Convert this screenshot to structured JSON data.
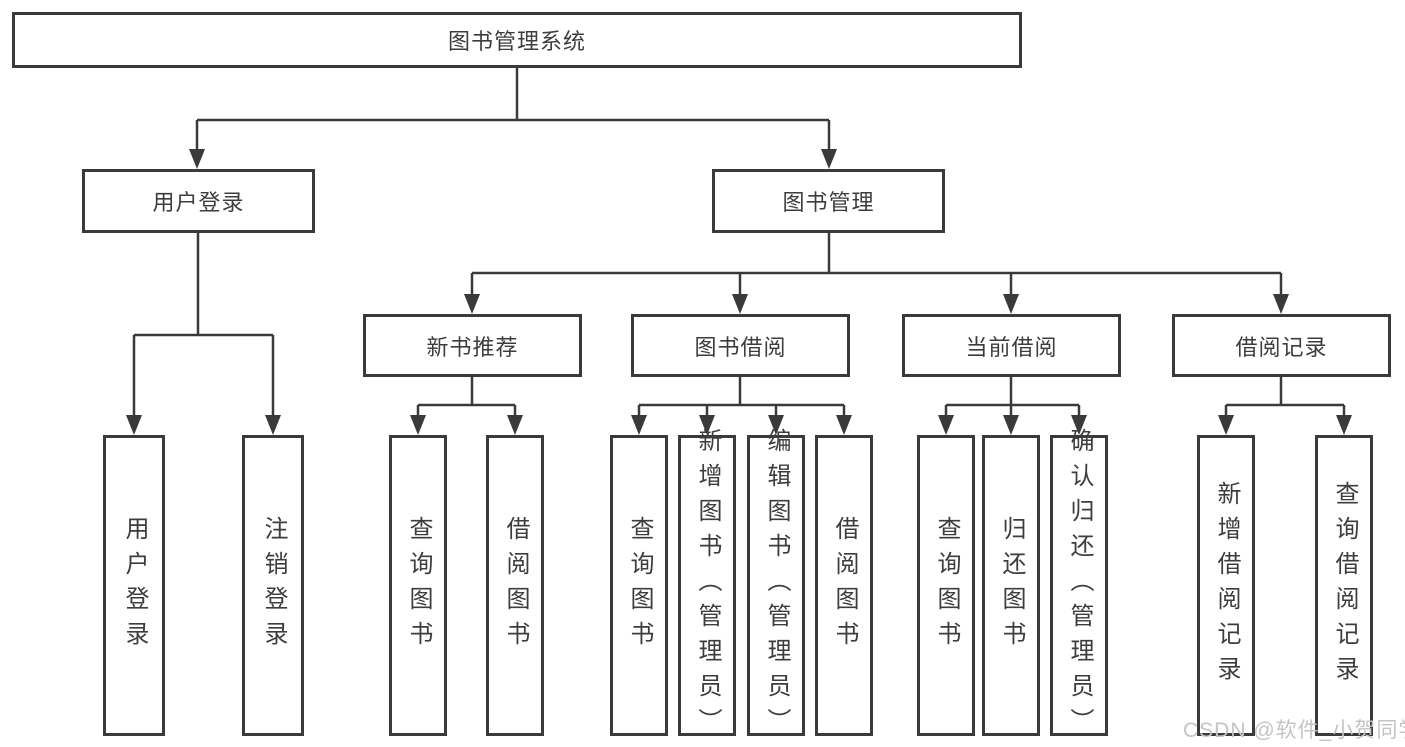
{
  "diagram": {
    "root": {
      "label": "图书管理系统"
    },
    "level2": {
      "user_login": {
        "label": "用户登录"
      },
      "book_management": {
        "label": "图书管理"
      }
    },
    "level3": {
      "new_book_recommendation": {
        "label": "新书推荐"
      },
      "book_borrowing": {
        "label": "图书借阅"
      },
      "current_borrowing": {
        "label": "当前借阅"
      },
      "borrowing_records": {
        "label": "借阅记录"
      }
    },
    "leaves": {
      "login_user_login": {
        "label": "用户登录"
      },
      "login_logout": {
        "label": "注销登录"
      },
      "recommend_query_books": {
        "label": "查询图书"
      },
      "recommend_borrow_books": {
        "label": "借阅图书"
      },
      "borrow_query_books": {
        "label": "查询图书"
      },
      "borrow_add_books": {
        "label": "新增图书（管理员）"
      },
      "borrow_edit_books": {
        "label": "编辑图书（管理员）"
      },
      "borrow_borrow_books": {
        "label": "借阅图书"
      },
      "current_query_books": {
        "label": "查询图书"
      },
      "current_return_books": {
        "label": "归还图书"
      },
      "current_confirm_return": {
        "label": "确认归还（管理员）"
      },
      "records_add_record": {
        "label": "新增借阅记录"
      },
      "records_query_record": {
        "label": "查询借阅记录"
      }
    },
    "watermark": {
      "label": "CSDN @软件_小贺同学"
    },
    "colors": {
      "line": "#3a3a3a",
      "text": "#3d3d3d",
      "box_fill": "#ffffff",
      "background": "#ffffff",
      "watermark": "#c4c4c4"
    }
  }
}
